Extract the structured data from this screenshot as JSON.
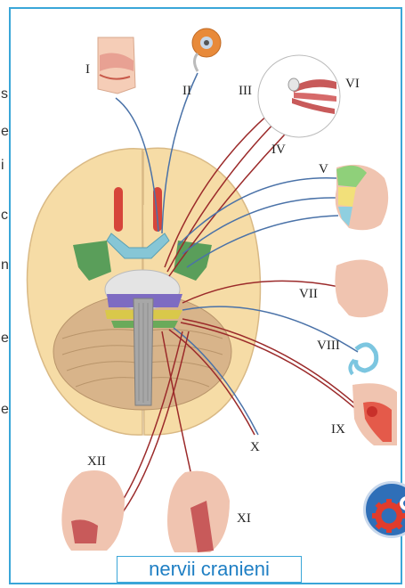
{
  "labels": {
    "I": "I",
    "II": "II",
    "III": "III",
    "IV": "IV",
    "V": "V",
    "VI": "VI",
    "VII": "VII",
    "VIII": "VIII",
    "IX": "IX",
    "X": "X",
    "XI": "XI",
    "XII": "XII"
  },
  "caption": "nervii cranieni",
  "left_strip_glyphs": [
    "s",
    "e",
    "i",
    "c",
    "n",
    "e",
    "e"
  ],
  "icons": {
    "gear": "gear-icon"
  },
  "colors": {
    "frame": "#3aa6d8",
    "caption_text": "#1f7fc4",
    "brain": "#f6dca6",
    "cerebellum": "#d8b48a",
    "nerve_red": "#9b2a2a",
    "nerve_blue": "#4a72a8"
  }
}
